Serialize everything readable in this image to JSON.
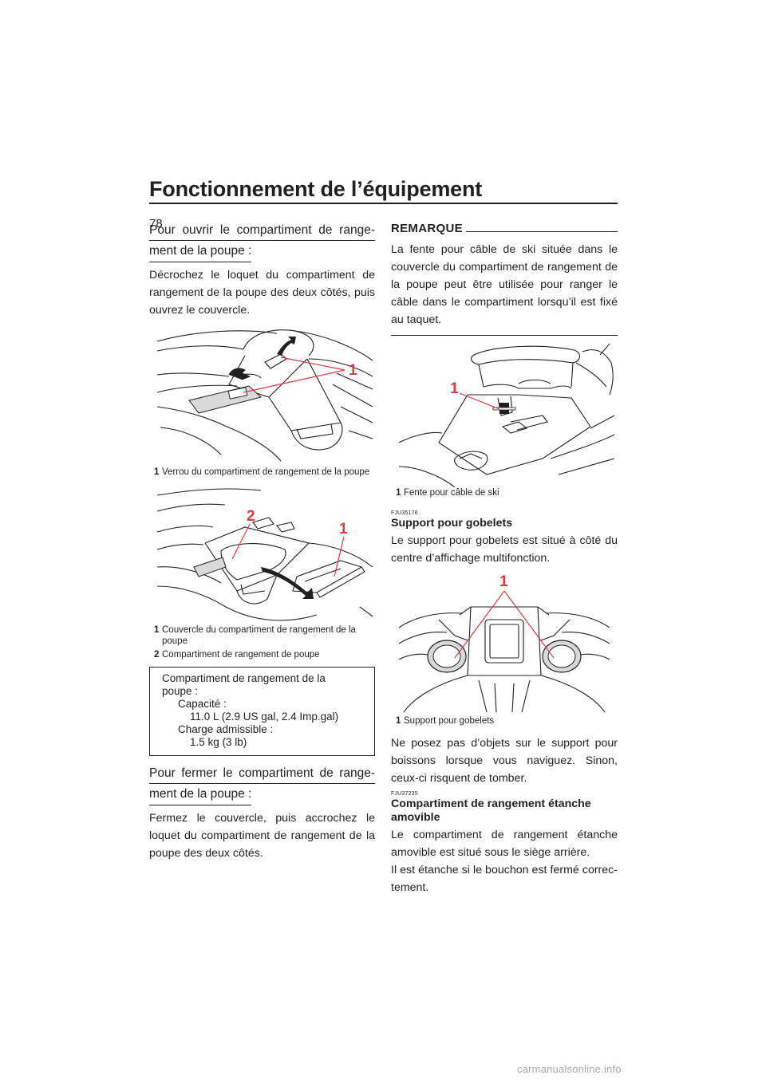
{
  "page": {
    "title": "Fonctionnement de l’équipement",
    "number": "78"
  },
  "left": {
    "open": {
      "heading_line1": "Pour ouvrir le compartiment de range-",
      "heading_line2": "ment de la poupe :",
      "text": "Décrochez le loquet du compartiment de ran­gement de la poupe des deux côtés, puis ou­vrez le couvercle."
    },
    "fig1": {
      "callout": "1",
      "caption_num": "1",
      "caption_text": "Verrou du compartiment de rangement de la poupe"
    },
    "fig2": {
      "callout1": "1",
      "callout2": "2",
      "caption1_num": "1",
      "caption1_text": "Couvercle du compartiment de rangement de la poupe",
      "caption2_num": "2",
      "caption2_text": "Compartiment de rangement de poupe"
    },
    "spec": {
      "line1": "Compartiment de rangement de la",
      "line2": "poupe :",
      "capacity_label": "Capacité :",
      "capacity_value": "11.0 L (2.9 US gal, 2.4 Imp.gal)",
      "load_label": "Charge admissible :",
      "load_value": "1.5 kg (3 lb)"
    },
    "close": {
      "heading_line1": "Pour fermer le compartiment de range-",
      "heading_line2": "ment de la poupe :",
      "text": "Fermez le couvercle, puis accrochez le loquet du compartiment de rangement de la poupe des deux côtés."
    }
  },
  "right": {
    "note": {
      "label": "REMARQUE",
      "text": "La fente pour câble de ski située dans le cou­vercle du compartiment de rangement de la poupe peut être utilisée pour ranger le câble dans le compartiment lorsqu’il est fixé au ta­quet."
    },
    "fig3": {
      "callout": "1",
      "caption_num": "1",
      "caption_text": "Fente pour câble de ski"
    },
    "cup": {
      "code": "FJU35176",
      "title": "Support pour gobelets",
      "text": "Le support pour gobelets est situé à côté du centre d’affichage multifonction."
    },
    "fig4": {
      "callout": "1",
      "caption_num": "1",
      "caption_text": "Support pour gobelets"
    },
    "cup_warning": "Ne posez pas d’objets sur le support pour boissons lorsque vous naviguez. Sinon, ceux-ci risquent de tomber.",
    "storage": {
      "code": "FJU37235",
      "title_line1": "Compartiment de rangement étanche",
      "title_line2": "amovible",
      "text1": "Le compartiment de rangement étanche amovible est situé sous le siège arrière.",
      "text2": "Il est étanche si le bouchon est fermé correc­tement."
    }
  },
  "footer": {
    "watermark": "carmanualsonline.info"
  },
  "colors": {
    "callout": "#e03a3e",
    "text": "#231f20"
  }
}
